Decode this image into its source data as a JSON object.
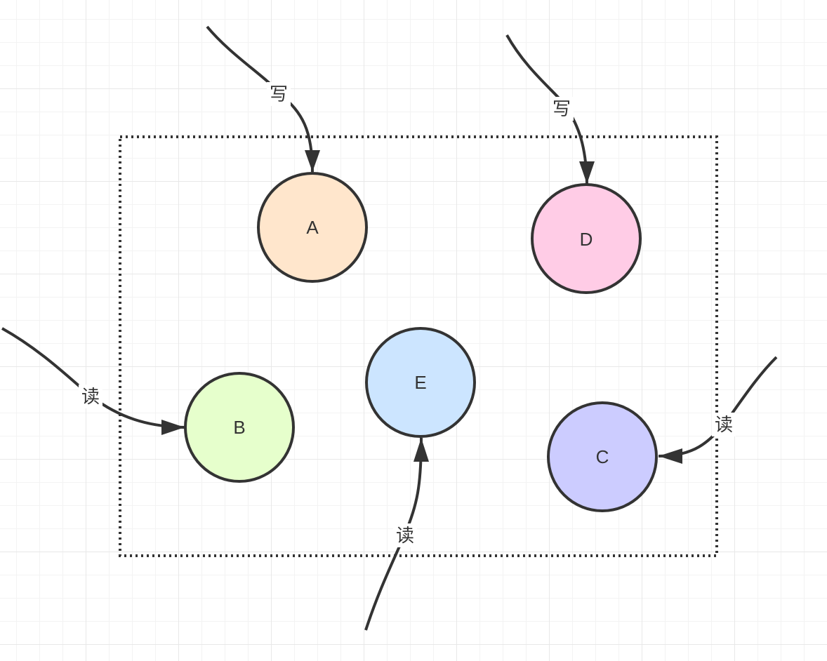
{
  "nodes": [
    {
      "id": "A",
      "label": "A",
      "fill": "#ffe6cc"
    },
    {
      "id": "D",
      "label": "D",
      "fill": "#ffcce6"
    },
    {
      "id": "B",
      "label": "B",
      "fill": "#e6ffcc"
    },
    {
      "id": "E",
      "label": "E",
      "fill": "#cce5ff"
    },
    {
      "id": "C",
      "label": "C",
      "fill": "#ccccff"
    }
  ],
  "edges": [
    {
      "id": "write-a",
      "label": "写",
      "target": "A"
    },
    {
      "id": "write-d",
      "label": "写",
      "target": "D"
    },
    {
      "id": "read-b",
      "label": "读",
      "target": "B"
    },
    {
      "id": "read-e",
      "label": "读",
      "target": "E"
    },
    {
      "id": "read-c",
      "label": "读",
      "target": "C"
    }
  ],
  "colors": {
    "stroke": "#333333",
    "container_border": "#333333"
  }
}
